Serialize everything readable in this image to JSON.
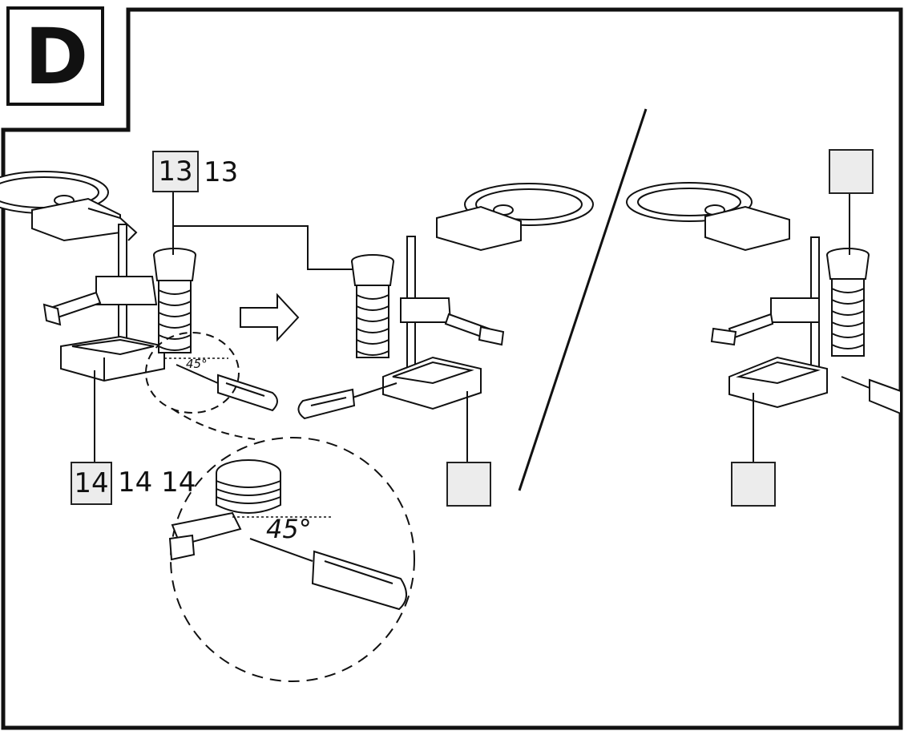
{
  "step": {
    "letter": "D"
  },
  "labels": {
    "part_13_box": "13",
    "part_13_text": "13",
    "part_14_box": "14",
    "part_14_text": "14 14"
  },
  "angles": {
    "small": "45°",
    "large": "45°"
  },
  "colors": {
    "line": "#111111",
    "label_fill": "#ececec",
    "background": "#ffffff"
  }
}
